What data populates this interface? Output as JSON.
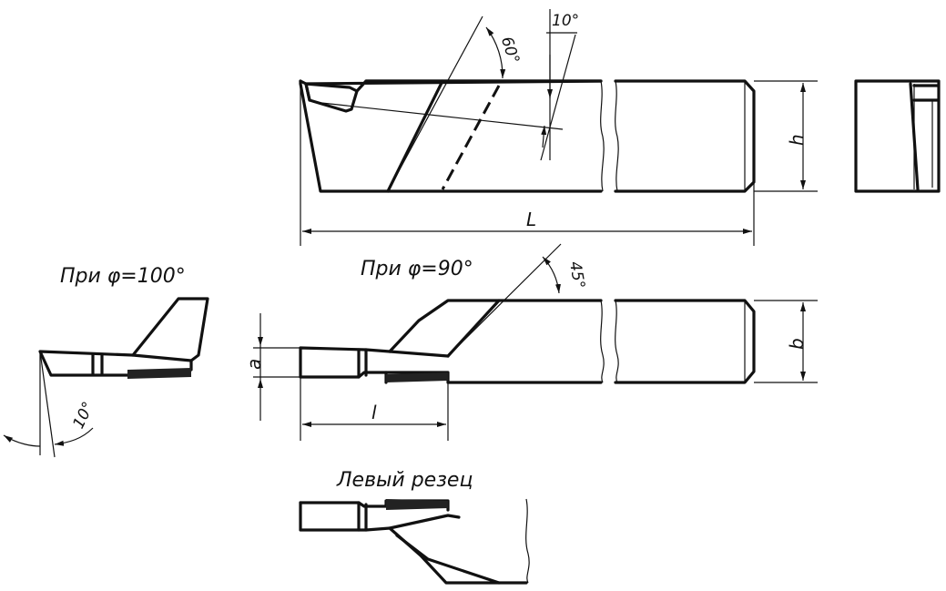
{
  "captions": {
    "phi100": "При  φ=100°",
    "phi90": "При  φ=90°",
    "left_cutter": "Левый  резец"
  },
  "angles": {
    "a60": "60°",
    "a10_top": "10°",
    "a45": "45°",
    "a10_left": "10°"
  },
  "dimensions": {
    "L": "L",
    "h": "h",
    "b": "b",
    "a": "a",
    "l": "l"
  }
}
